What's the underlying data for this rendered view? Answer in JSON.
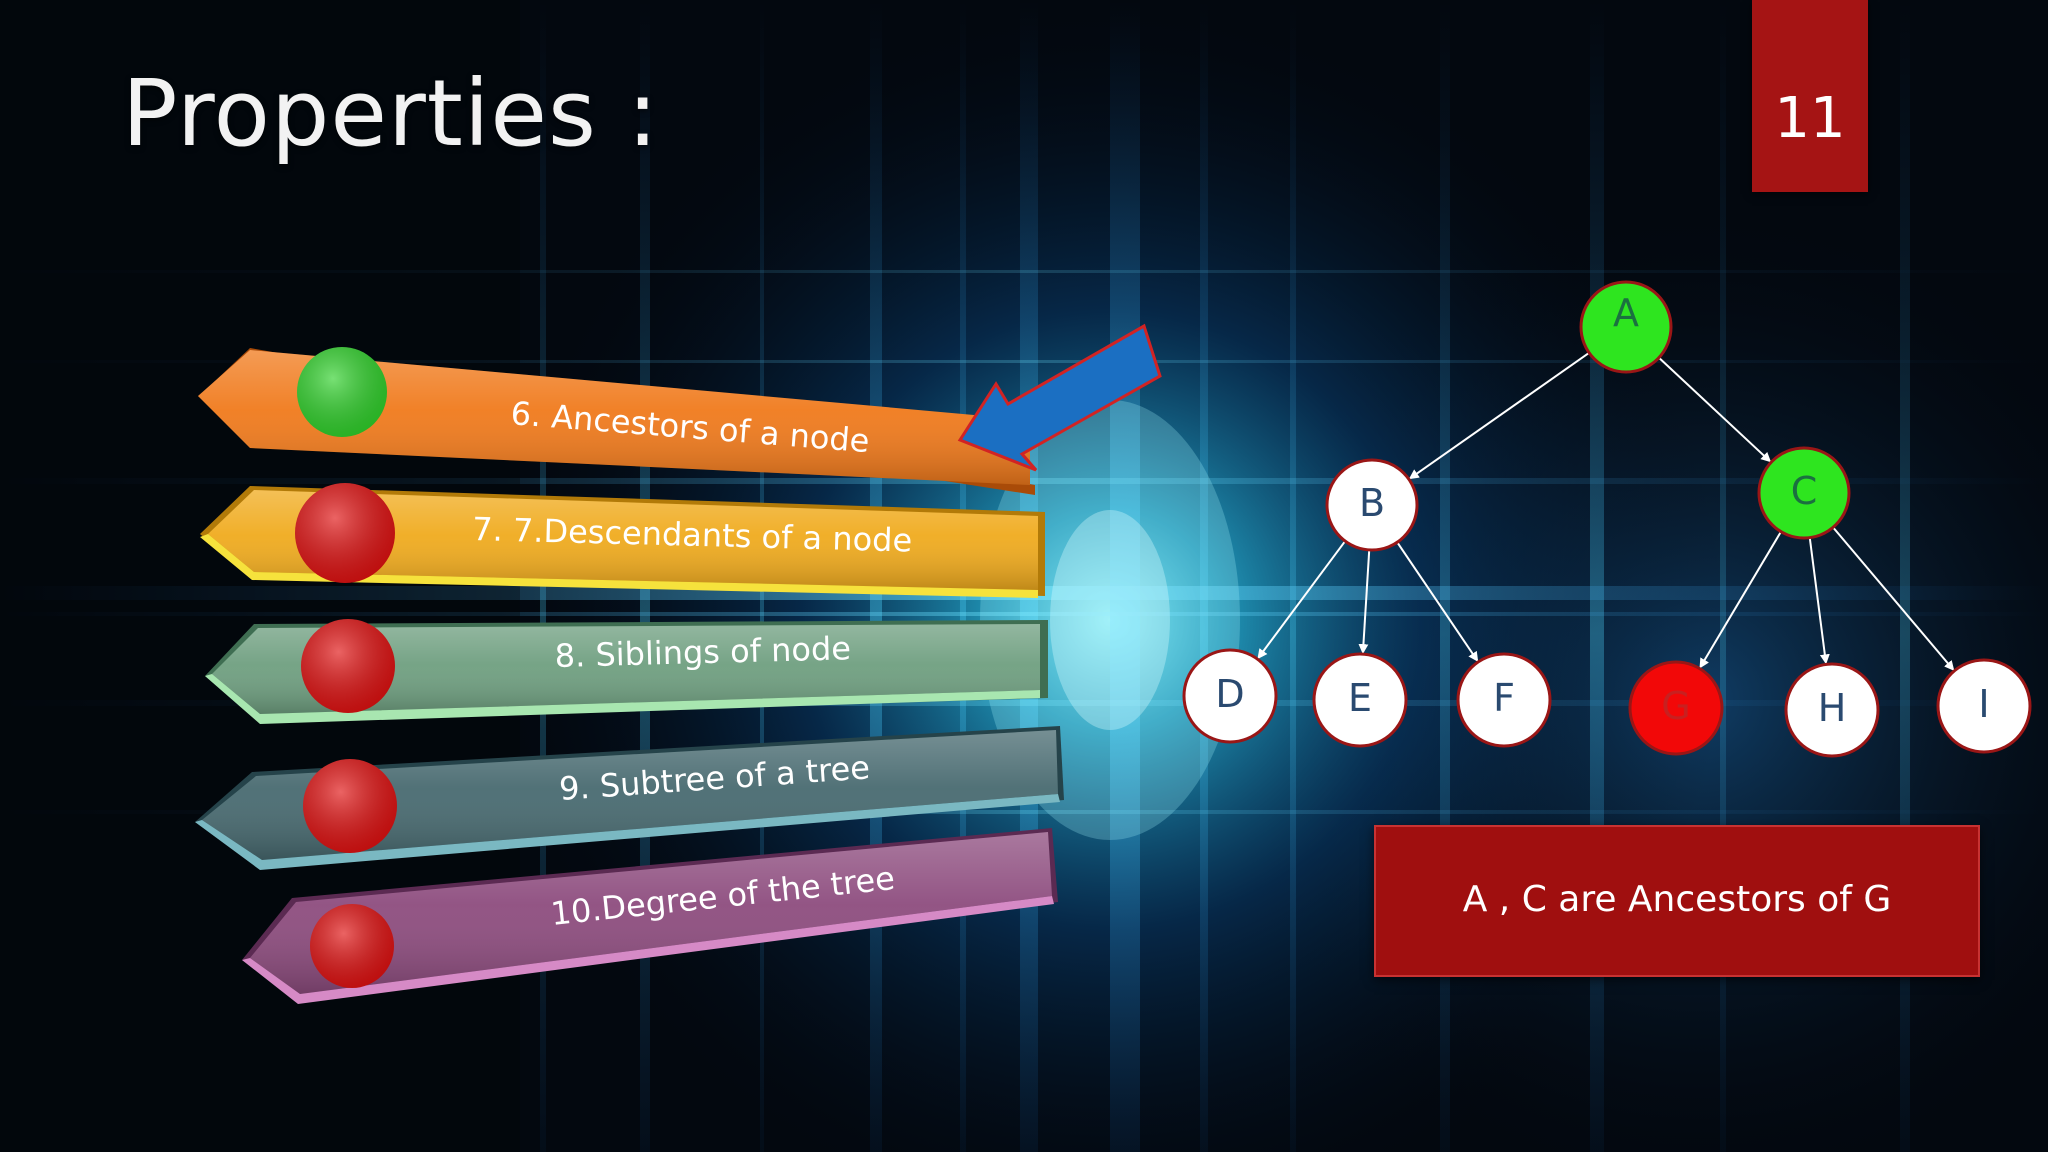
{
  "slide": {
    "title": "Properties :",
    "number": "11"
  },
  "properties": [
    {
      "label": "6. Ancestors of  a node",
      "status": "done",
      "band_color": "#f07a1c",
      "dot_color": "#2fd12a"
    },
    {
      "label": "7. 7.Descendants of  a node",
      "status": "pending",
      "band_color": "#f0ab1e",
      "dot_color": "#e01010"
    },
    {
      "label": "8. Siblings of  node",
      "status": "pending",
      "band_color": "#6f9f80",
      "dot_color": "#e01010"
    },
    {
      "label": "9. Subtree of a tree",
      "status": "pending",
      "band_color": "#486a70",
      "dot_color": "#e01010"
    },
    {
      "label": "10.Degree of the tree",
      "status": "pending",
      "band_color": "#8d4c7e",
      "dot_color": "#e01010"
    }
  ],
  "pointer_arrow": {
    "color": "#1b6fc2",
    "icon": "arrow-pointing-icon"
  },
  "tree": {
    "nodes": [
      {
        "id": "A",
        "label": "A",
        "fill": "#2ee51f",
        "text_color": "#1b7040"
      },
      {
        "id": "B",
        "label": "B",
        "fill": "#ffffff",
        "text_color": "#2a4a70"
      },
      {
        "id": "C",
        "label": "C",
        "fill": "#2ee51f",
        "text_color": "#1b7040"
      },
      {
        "id": "D",
        "label": "D",
        "fill": "#ffffff",
        "text_color": "#2a4a70"
      },
      {
        "id": "E",
        "label": "E",
        "fill": "#ffffff",
        "text_color": "#2a4a70"
      },
      {
        "id": "F",
        "label": "F",
        "fill": "#ffffff",
        "text_color": "#2a4a70"
      },
      {
        "id": "G",
        "label": "G",
        "fill": "#f20808",
        "text_color": "#c82020"
      },
      {
        "id": "H",
        "label": "H",
        "fill": "#ffffff",
        "text_color": "#2a4a70"
      },
      {
        "id": "I",
        "label": "I",
        "fill": "#ffffff",
        "text_color": "#2a4a70"
      }
    ],
    "edges": [
      [
        "A",
        "B"
      ],
      [
        "A",
        "C"
      ],
      [
        "B",
        "D"
      ],
      [
        "B",
        "E"
      ],
      [
        "B",
        "F"
      ],
      [
        "C",
        "G"
      ],
      [
        "C",
        "H"
      ],
      [
        "C",
        "I"
      ]
    ]
  },
  "caption": "A , C are  Ancestors of G"
}
